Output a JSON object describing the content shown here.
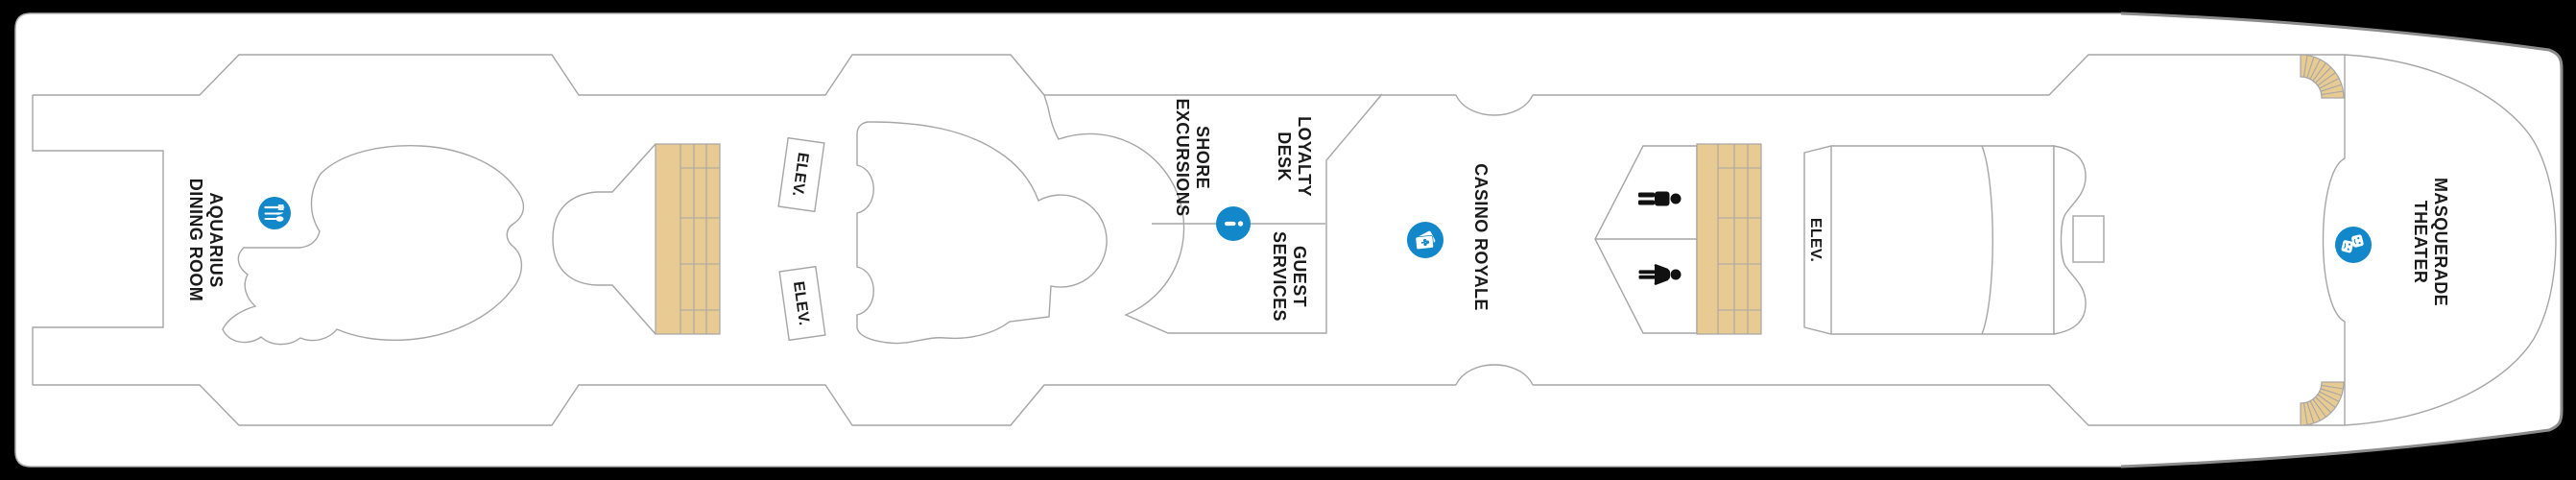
{
  "page": {
    "type": "cruise-ship-deck-plan",
    "background_color": "#000000",
    "deck_fill": "#ffffff",
    "outline_color": "#a6a6a6"
  },
  "colors": {
    "venue_icon_blue": "#1287c9",
    "stairs_tan": "#e8cb92",
    "label_black": "#1a1a1a",
    "hull_edge_gray": "#8c8c8c"
  },
  "venues": {
    "aquarius_dining_room": {
      "line1": "AQUARIUS",
      "line2": "DINING ROOM"
    },
    "shore_excursions": {
      "line1": "SHORE",
      "line2": "EXCURSIONS"
    },
    "loyalty_desk": {
      "line1": "LOYALTY",
      "line2": "DESK"
    },
    "guest_services": {
      "line1": "GUEST",
      "line2": "SERVICES"
    },
    "casino_royale": {
      "line1": "CASINO ROYALE"
    },
    "masquerade_theater": {
      "line1": "MASQUERADE",
      "line2": "THEATER"
    }
  },
  "elevators": {
    "aft_label_1": "ELEV.",
    "aft_label_2": "ELEV.",
    "forward_label": "ELEV."
  },
  "icons": [
    {
      "name": "dining-icon",
      "meaning": "dining venue marker",
      "glyph": "fork-knife-spoon",
      "color": "#1287c9"
    },
    {
      "name": "information-icon",
      "meaning": "guest services / information desk marker",
      "glyph": "letter-i",
      "color": "#1287c9"
    },
    {
      "name": "casino-cards-icon",
      "meaning": "casino marker",
      "glyph": "playing-cards",
      "color": "#1287c9"
    },
    {
      "name": "theater-masks-icon",
      "meaning": "theater marker",
      "glyph": "comedy-tragedy-masks",
      "color": "#1287c9"
    },
    {
      "name": "mens-restroom-icon",
      "meaning": "men's restroom",
      "glyph": "man-silhouette",
      "color": "#111111"
    },
    {
      "name": "womens-restroom-icon",
      "meaning": "women's restroom",
      "glyph": "woman-silhouette",
      "color": "#111111"
    }
  ]
}
